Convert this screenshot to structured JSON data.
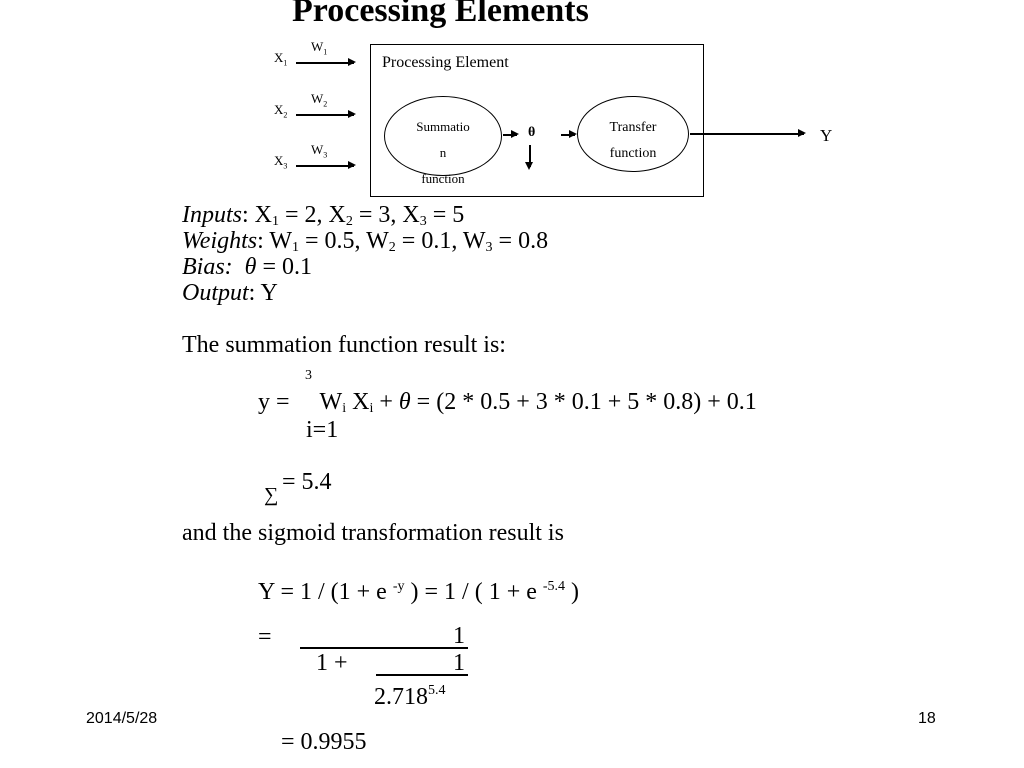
{
  "title": "Processing Elements",
  "diagram": {
    "inputs": [
      {
        "x": "X",
        "x_sub": "1",
        "w": "W",
        "w_sub": "1"
      },
      {
        "x": "X",
        "x_sub": "2",
        "w": "W",
        "w_sub": "2"
      },
      {
        "x": "X",
        "x_sub": "3",
        "w": "W",
        "w_sub": "3"
      }
    ],
    "box_title": "Processing Element",
    "summation_label": "Summation function",
    "summation_line1": "Summatio",
    "summation_line2": "n",
    "summation_line3": "function",
    "theta": "θ",
    "transfer_line1": "Transfer",
    "transfer_line2": "function",
    "output": "Y"
  },
  "params": {
    "inputs_label": "Inputs",
    "inputs_text": ": X",
    "inputs_values": [
      " = 2, X",
      " = 3, X",
      " = 5"
    ],
    "weights_label": "Weights",
    "weights_text": ": W",
    "weights_values": [
      " = 0.5, W",
      " = 0.1, W",
      " = 0.8"
    ],
    "bias_label": "Bias:",
    "bias_theta": "θ",
    "bias_value": " = 0.1",
    "output_label": "Output",
    "output_value": ": Y"
  },
  "summation": {
    "intro": "The summation function result is:",
    "upper_limit": "3",
    "lower_limit": "i=1",
    "lhs": "y = ",
    "term_w": "W",
    "term_x": "X",
    "index": "i",
    "plus": " + ",
    "theta": "θ",
    "rhs": " = (2 * 0.5 + 3 * 0.1 + 5 * 0.8) + 0.1",
    "sigma": "∑",
    "result": "= 5.4"
  },
  "sigmoid": {
    "intro": "and the sigmoid transformation result is",
    "eq1_left": "Y = 1 / (1 + e",
    "eq1_exp1": "-y",
    "eq1_mid": ")   = 1 / ( 1 + e",
    "eq1_exp2": "-5.4",
    "eq1_end": ")",
    "eq2_eq": "=",
    "eq2_num": "1",
    "eq2_den_left": "1 +",
    "eq2_inner_num": "1",
    "eq2_inner_den": "2.718",
    "eq2_inner_exp": "5.4",
    "final": "= 0.9955"
  },
  "footer": {
    "date": "2014/5/28",
    "page": "18"
  }
}
